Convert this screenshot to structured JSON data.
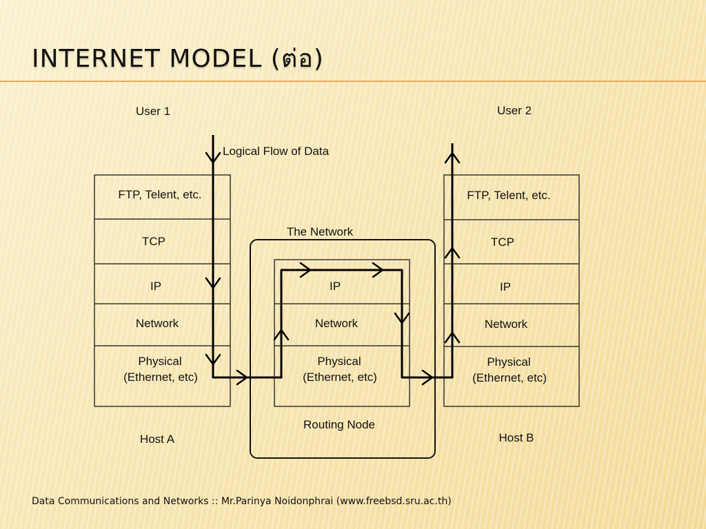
{
  "slide": {
    "title": "Internet Model  (ต่อ)",
    "footer": "Data Communications and Networks :: Mr.Parinya Noidonphrai (www.freebsd.sru.ac.th)"
  },
  "diagram": {
    "user1": "User 1",
    "user2": "User 2",
    "flow_label": "Logical Flow of Data",
    "network_label": "The Network",
    "host_a": {
      "label": "Host A",
      "layers": [
        "FTP, Telent, etc.",
        "TCP",
        "IP",
        "Network",
        "Physical",
        "(Ethernet, etc)"
      ]
    },
    "routing_node": {
      "label": "Routing Node",
      "layers": [
        "IP",
        "Network",
        "Physical",
        "(Ethernet, etc)"
      ]
    },
    "host_b": {
      "label": "Host B",
      "layers": [
        "FTP, Telent, etc.",
        "TCP",
        "IP",
        "Network",
        "Physical",
        "(Ethernet, etc)"
      ]
    }
  }
}
